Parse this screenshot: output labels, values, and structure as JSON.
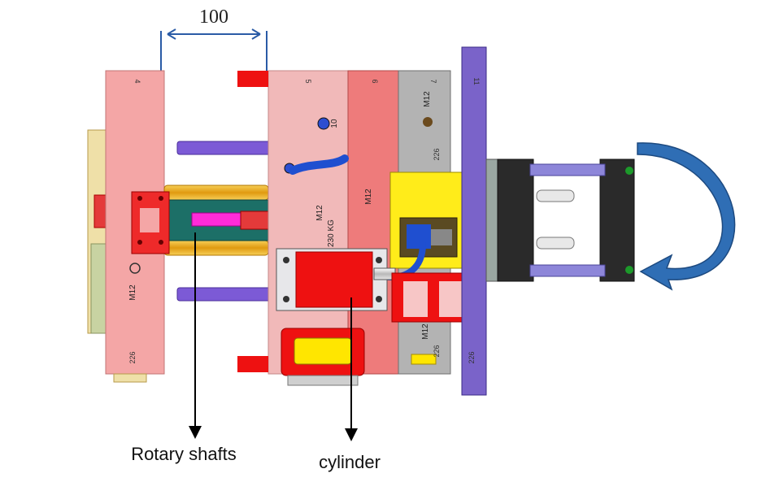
{
  "dimension": {
    "value": "100"
  },
  "callouts": {
    "rotary_shafts": "Rotary shafts",
    "cylinder": "cylinder"
  },
  "plate_numbers": {
    "p4": "4",
    "p5": "5",
    "p6": "6",
    "p7": "7",
    "p11": "11"
  },
  "marks": {
    "m12": "M12",
    "dim226": "226",
    "weight": "230 KG",
    "ten": "10"
  },
  "colors": {
    "plate4": "#f4a6a6",
    "plate5": "#f1b9b9",
    "plate6": "#ee7b7b",
    "plate7": "#b3b3b3",
    "plate11": "#7a63c9",
    "shaft": "#f0b323",
    "cylinder": "#ee1111",
    "block": "#ffec1a",
    "arrow": "#2f6eb5"
  }
}
